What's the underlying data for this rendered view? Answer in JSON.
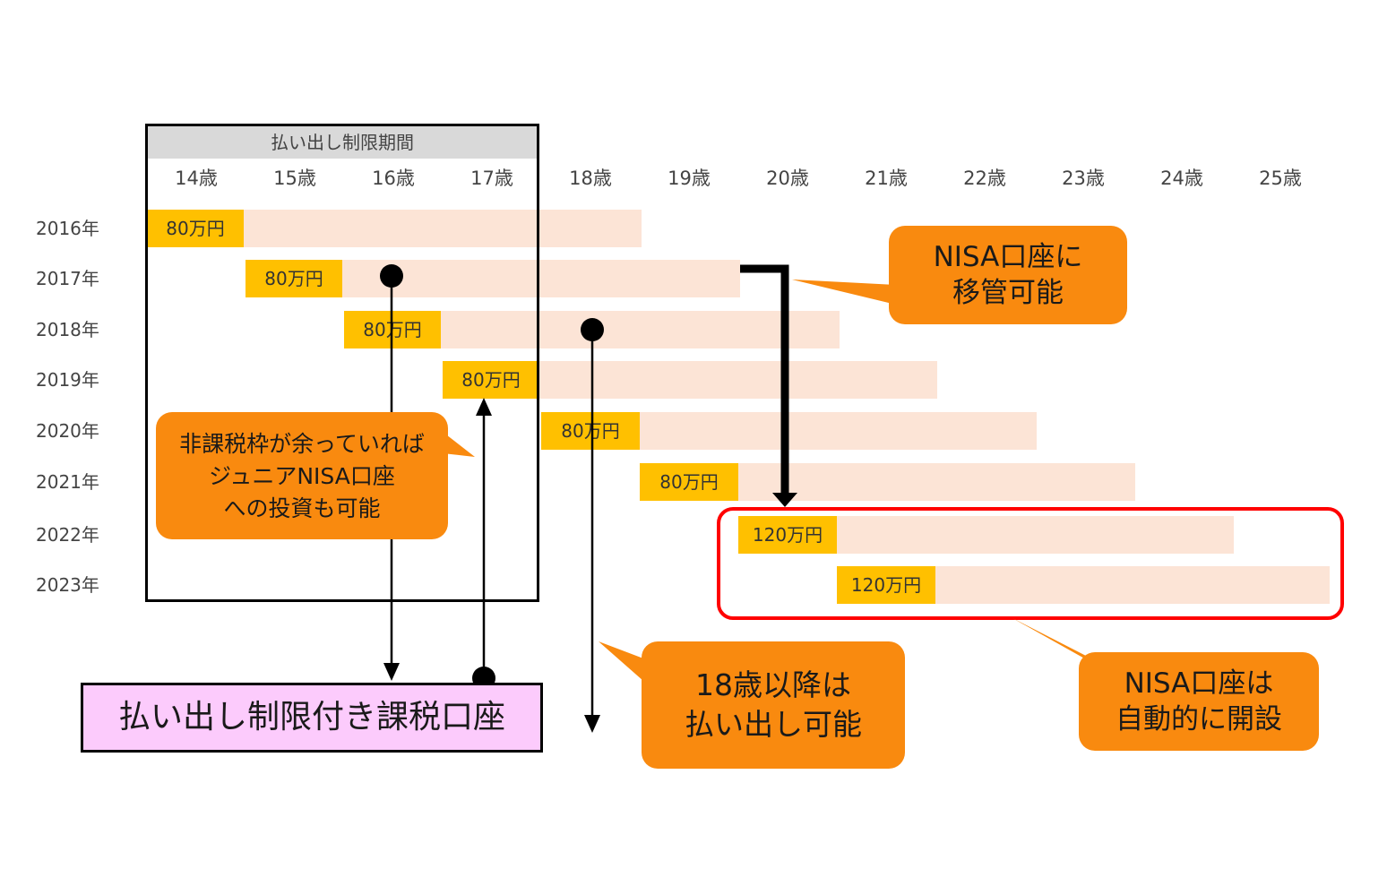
{
  "period_header": "払い出し制限期間",
  "ages": [
    "14歳",
    "15歳",
    "16歳",
    "17歳",
    "18歳",
    "19歳",
    "20歳",
    "21歳",
    "22歳",
    "23歳",
    "24歳",
    "25歳"
  ],
  "years": [
    {
      "label": "2016年",
      "amount": "80万円"
    },
    {
      "label": "2017年",
      "amount": "80万円"
    },
    {
      "label": "2018年",
      "amount": "80万円"
    },
    {
      "label": "2019年",
      "amount": "80万円"
    },
    {
      "label": "2020年",
      "amount": "80万円"
    },
    {
      "label": "2021年",
      "amount": "80万円"
    },
    {
      "label": "2022年",
      "amount": "120万円"
    },
    {
      "label": "2023年",
      "amount": "120万円"
    }
  ],
  "callouts": {
    "nisa_transfer": "NISA口座に\n移管可能",
    "tax_free_room": "非課税枠が余っていれば\nジュニアNISA口座\nへの投資も可能",
    "after_18": "18歳以降は\n払い出し可能",
    "auto_open": "NISA口座は\n自動的に開設"
  },
  "account_box": "払い出し制限付き課税口座",
  "colors": {
    "amount_fill": "#ffc000",
    "bar_fill": "#fce4d6",
    "callout_fill": "#f98a0f",
    "account_fill": "#fccbfc",
    "highlight_frame": "#ff0000"
  }
}
